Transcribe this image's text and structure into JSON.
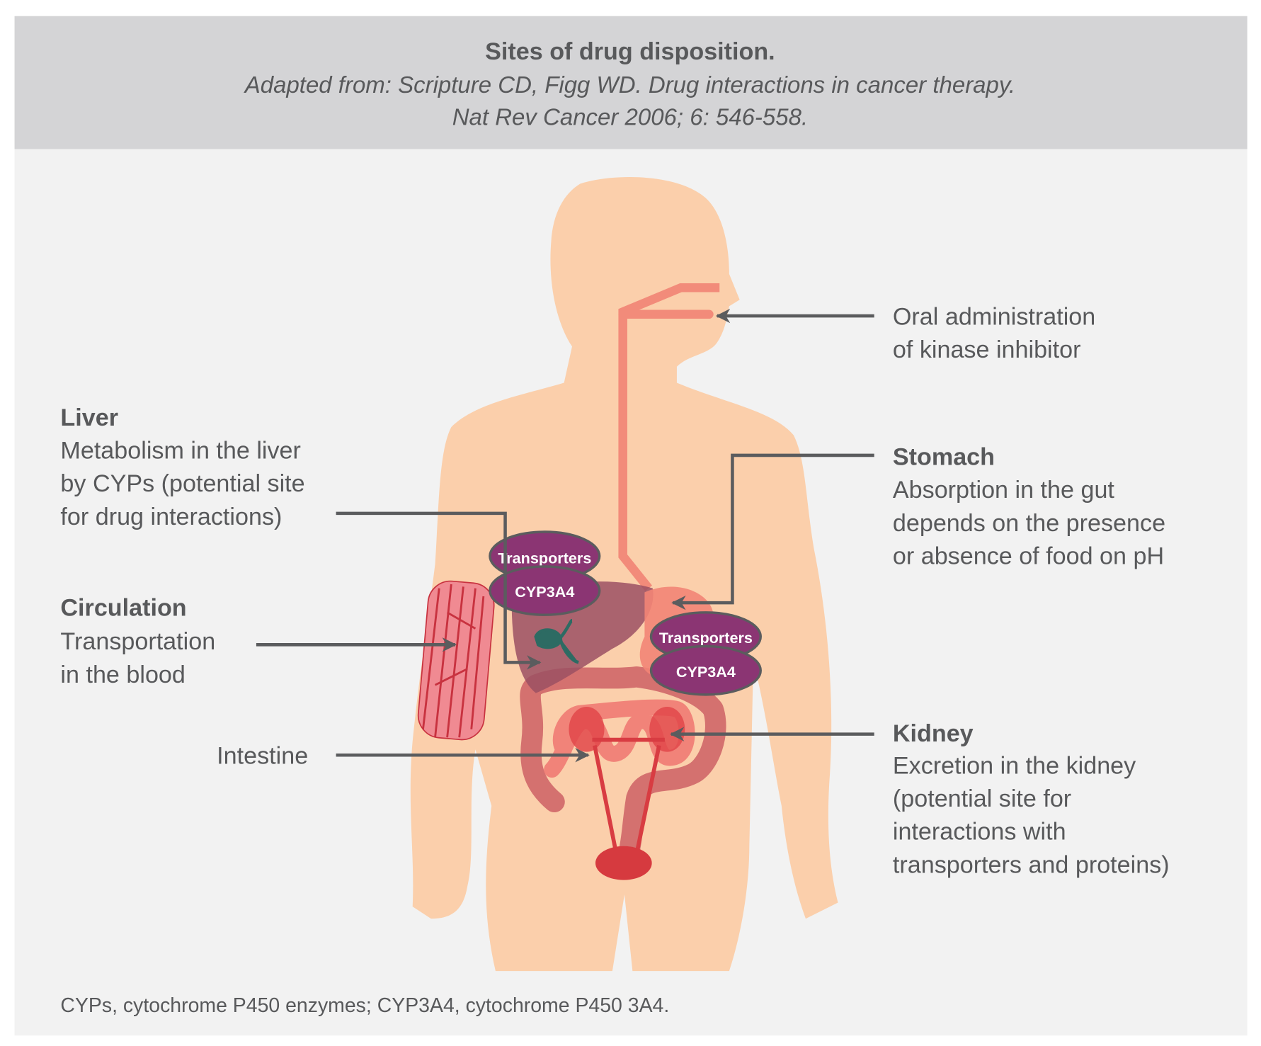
{
  "header": {
    "title": "Sites of drug disposition.",
    "source_line1": "Adapted from: Scripture CD, Figg WD. Drug interactions in cancer therapy.",
    "source_line2": "Nat Rev Cancer 2006; 6: 546-558."
  },
  "labels": {
    "oral": {
      "line1": "Oral administration",
      "line2": "of kinase inhibitor"
    },
    "liver": {
      "title": "Liver",
      "line1": "Metabolism in the liver",
      "line2": "by CYPs (potential site",
      "line3": "for drug interactions)"
    },
    "circulation": {
      "title": "Circulation",
      "line1": "Transportation",
      "line2": "in the blood"
    },
    "intestine": {
      "title": "Intestine"
    },
    "stomach": {
      "title": "Stomach",
      "line1": "Absorption in the gut",
      "line2": "depends on the presence",
      "line3": "or absence of food on pH"
    },
    "kidney": {
      "title": "Kidney",
      "line1": "Excretion in the kidney",
      "line2": "(potential site for",
      "line3": "interactions with",
      "line4": "transporters and proteins)"
    }
  },
  "badges": {
    "liver_transporters": "Transporters",
    "liver_cyp": "CYP3A4",
    "stomach_transporters": "Transporters",
    "stomach_cyp": "CYP3A4"
  },
  "footnote": "CYPs, cytochrome P450 enzymes; CYP3A4, cytochrome P450 3A4.",
  "colors": {
    "header_bg": "#d4d4d6",
    "body_bg": "#f2f2f2",
    "text": "#58595b",
    "skin": "#fbcfab",
    "badge": "#8b3573",
    "arrow": "#5b5c5e"
  }
}
